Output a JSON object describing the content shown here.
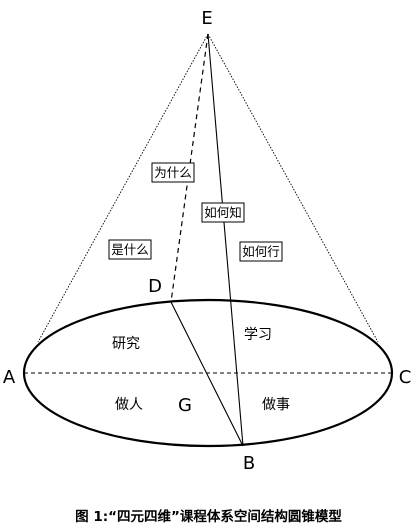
{
  "diagram": {
    "points": {
      "E": "E",
      "D": "D",
      "A": "A",
      "C": "C",
      "B": "B",
      "G": "G"
    },
    "edge_labels": {
      "why": "为什么",
      "how_to_know": "如何知",
      "what": "是什么",
      "how_to_act": "如何行"
    },
    "regions": {
      "research": "研究",
      "study": "学习",
      "be_person": "做人",
      "do_things": "做事"
    },
    "caption": "图 1:“四元四维”课程体系空间结构圆锥模型"
  }
}
